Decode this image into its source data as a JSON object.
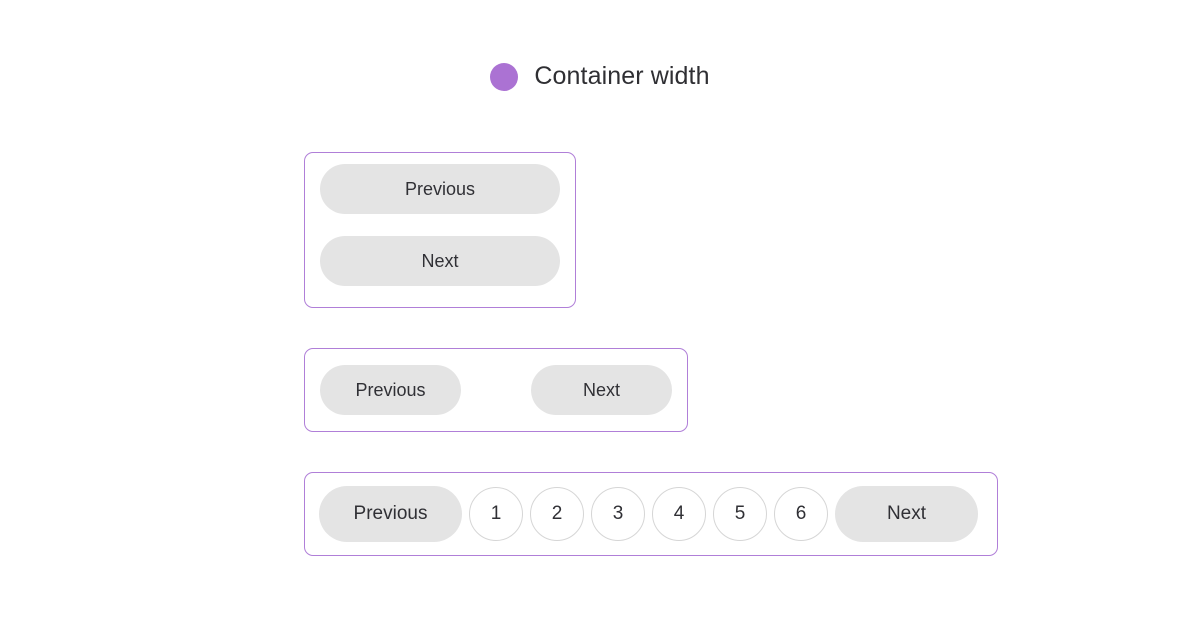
{
  "page": {
    "background_color": "#ffffff"
  },
  "header": {
    "marker_icon": "purple-dot-icon",
    "marker_color": "#ab72d3",
    "title": "Container width"
  },
  "theme": {
    "container_border_color": "#b07fd8",
    "button_fill": "#e4e4e4",
    "button_text_color": "#303035",
    "page_circle_border": "#d6d6d6",
    "page_circle_fill": "#ffffff"
  },
  "demos": [
    {
      "id": "stacked",
      "layout": "column",
      "buttons": [
        {
          "label": "Previous"
        },
        {
          "label": "Next"
        }
      ]
    },
    {
      "id": "spread",
      "layout": "row-space-between",
      "buttons": [
        {
          "label": "Previous"
        },
        {
          "label": "Next"
        }
      ]
    },
    {
      "id": "pagination",
      "layout": "row-full",
      "previous_label": "Previous",
      "next_label": "Next",
      "pages": [
        "1",
        "2",
        "3",
        "4",
        "5",
        "6"
      ]
    }
  ]
}
